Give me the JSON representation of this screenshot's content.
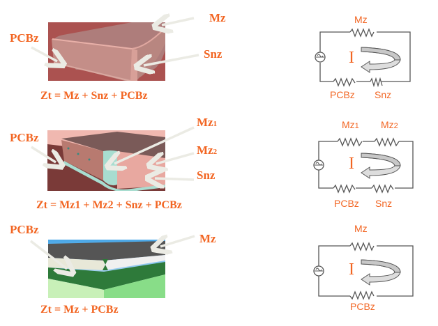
{
  "panels": [
    {
      "name": "panel-1",
      "labels": {
        "left": "PCBz",
        "top_right": "Mz",
        "right": "Snz"
      },
      "equation": "Zt = Mz + Snz + PCBz",
      "circuit": {
        "top": [
          "Mz"
        ],
        "bottom": [
          "PCBz",
          "Snz"
        ],
        "current": "I"
      }
    },
    {
      "name": "panel-2",
      "labels": {
        "left": "PCBz",
        "top_right": "Mz1",
        "mid_right": "Mz2",
        "right": "Snz"
      },
      "equation": "Zt = Mz1 + Mz2 + Snz + PCBz",
      "circuit": {
        "top": [
          "Mz1",
          "Mz2"
        ],
        "bottom": [
          "PCBz",
          "Snz"
        ],
        "current": "I"
      }
    },
    {
      "name": "panel-3",
      "labels": {
        "left": "PCBz",
        "top_right": "Mz"
      },
      "equation": "Zt = Mz + PCBz",
      "circuit": {
        "top": [
          "Mz"
        ],
        "bottom": [
          "PCBz"
        ],
        "current": "I"
      }
    }
  ],
  "colors": {
    "accent": "#f26522",
    "arrow": "#e8e8e0",
    "wire": "#555555"
  }
}
